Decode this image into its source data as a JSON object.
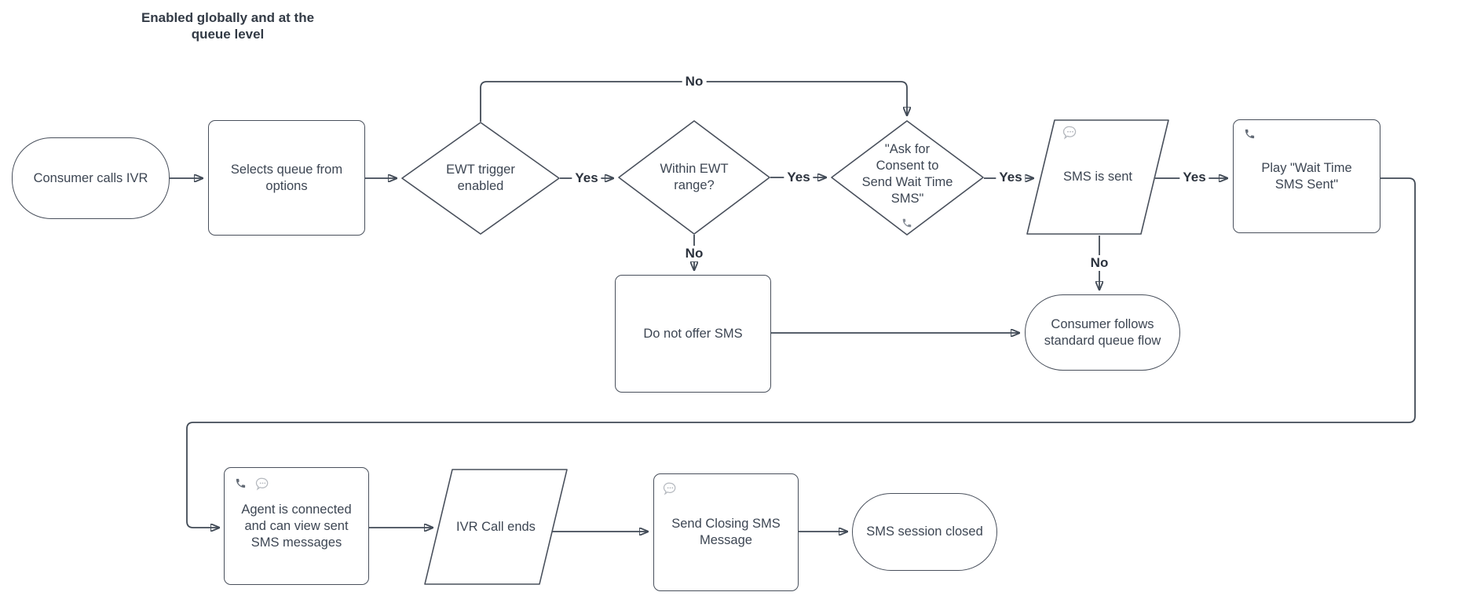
{
  "title": "Enabled globally and at the queue level",
  "nodes": {
    "consumer_calls": "Consumer calls IVR",
    "selects_queue": "Selects queue from options",
    "ewt_trigger": "EWT trigger enabled",
    "within_ewt": "Within EWT range?",
    "ask_consent": "\"Ask for Consent to Send Wait Time SMS\"",
    "sms_sent": "SMS is sent",
    "play_wait": "Play \"Wait Time SMS Sent\"",
    "do_not_offer": "Do not offer SMS",
    "consumer_follows": "Consumer follows standard queue flow",
    "agent_connected": "Agent is connected and can view sent SMS messages",
    "ivr_ends": "IVR Call ends",
    "send_closing": "Send Closing SMS Message",
    "session_closed": "SMS session closed"
  },
  "edge_labels": {
    "ewt_no": "No",
    "ewt_yes": "Yes",
    "within_yes": "Yes",
    "within_no": "No",
    "consent_yes": "Yes",
    "sms_yes": "Yes",
    "sms_no": "No"
  },
  "icons": {
    "phone": "phone-receiver",
    "speech": "speech-bubble-ellipsis"
  },
  "colors": {
    "shape_border": "#49505c",
    "node_text": "#3d4653",
    "edge_line": "#414a56",
    "bold_label": "#2b323d",
    "icon_phone": "#626a75",
    "icon_speech": "#b4b8be",
    "background": "#ffffff"
  }
}
